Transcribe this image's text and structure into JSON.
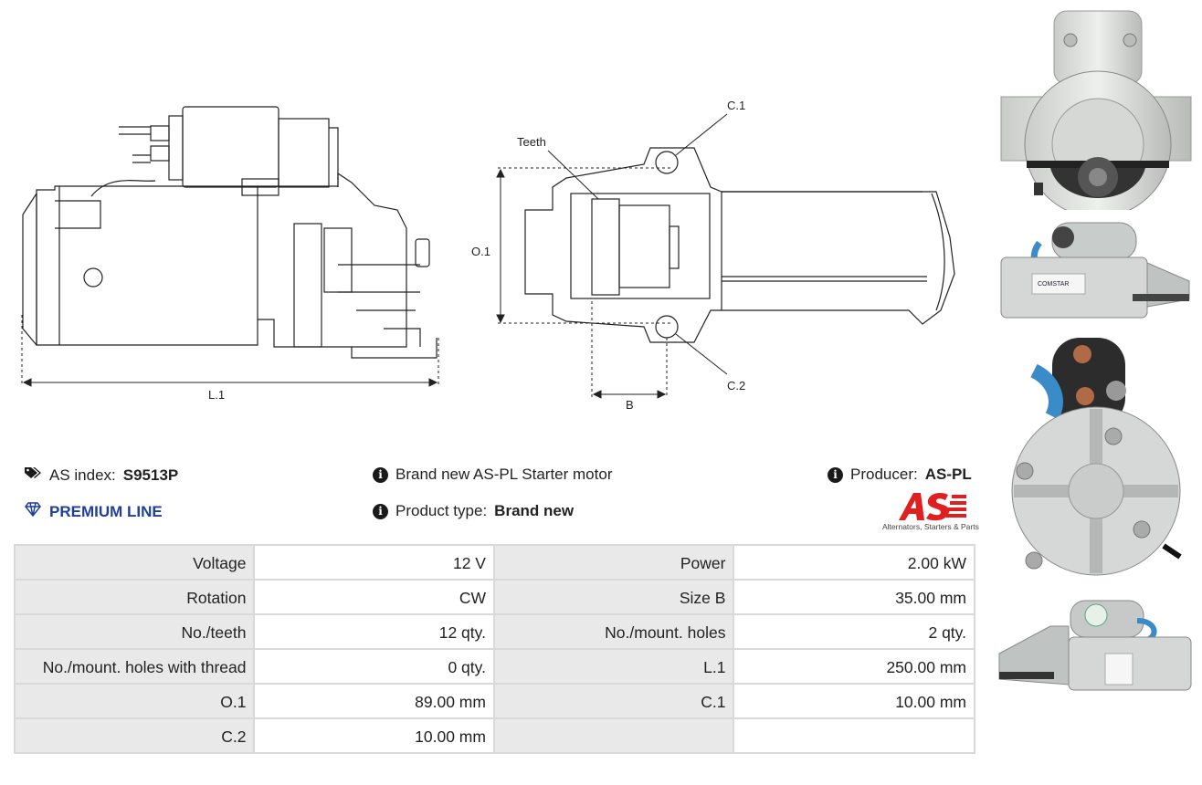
{
  "drawing": {
    "label_l1": "L.1",
    "label_o1": "O.1",
    "label_c1": "C.1",
    "label_c2": "C.2",
    "label_b": "B",
    "label_teeth": "Teeth"
  },
  "info": {
    "as_index_label": "AS index:",
    "as_index_value": "S9513P",
    "premium_line": "PREMIUM LINE",
    "description": "Brand new AS-PL Starter motor",
    "product_type_label": "Product type:",
    "product_type_value": "Brand new",
    "producer_label": "Producer:",
    "producer_value": "AS-PL"
  },
  "logo": {
    "text": "AS",
    "tagline": "Alternators, Starters & Parts",
    "color": "#e02020"
  },
  "specs": [
    [
      "Voltage",
      "12 V",
      "Power",
      "2.00 kW"
    ],
    [
      "Rotation",
      "CW",
      "Size B",
      "35.00 mm"
    ],
    [
      "No./teeth",
      "12 qty.",
      "No./mount. holes",
      "2 qty."
    ],
    [
      "No./mount. holes with thread",
      "0 qty.",
      "L.1",
      "250.00 mm"
    ],
    [
      "O.1",
      "89.00 mm",
      "C.1",
      "10.00 mm"
    ],
    [
      "C.2",
      "10.00 mm",
      "",
      ""
    ]
  ],
  "photo_labels": {
    "brand_label": "COMSTAR"
  },
  "colors": {
    "accent": "#1f3f9a",
    "table_label_bg": "#e9e9e9",
    "table_border": "#d9d9d9"
  }
}
